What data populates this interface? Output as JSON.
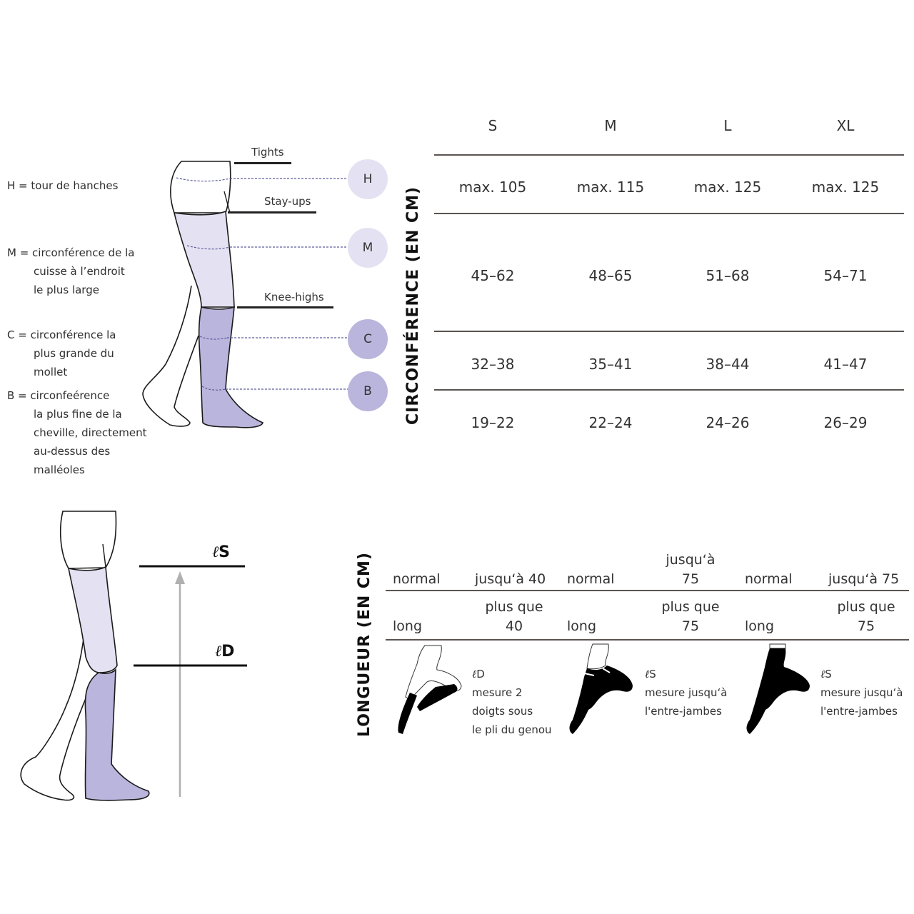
{
  "legend": {
    "H": [
      "H =  tour de hanches"
    ],
    "M": [
      "M =  circonférence de la",
      "cuisse à l’endroit",
      "le plus large"
    ],
    "C": [
      "C = circonférence la",
      "plus grande du",
      "mollet"
    ],
    "B": [
      "B = circonfeérence",
      "la plus fine de la",
      "cheville, directement",
      "au-dessus des",
      "malléoles"
    ]
  },
  "categories": {
    "tights": "Tights",
    "stay_ups": "Stay-ups",
    "knee_highs": "Knee-highs"
  },
  "markers": [
    "H",
    "M",
    "C",
    "B"
  ],
  "colors": {
    "light_lavender": "#e4e2f2",
    "lavender": "#b9b5dc",
    "outline": "#1a1a1a",
    "rule": "#5a5451",
    "arrow": "#b0b0b0"
  },
  "circumference_table": {
    "title": "CIRCONFÉRENCE (EN CM)",
    "sizes": [
      "S",
      "M",
      "L",
      "XL"
    ],
    "rows": [
      {
        "measure": "H",
        "values": [
          "max. 105",
          "max. 115",
          "max. 125",
          "max. 125"
        ]
      },
      {
        "measure": "M",
        "values": [
          "45–62",
          "48–65",
          "51–68",
          "54–71"
        ]
      },
      {
        "measure": "C",
        "values": [
          "32–38",
          "35–41",
          "38–44",
          "41–47"
        ]
      },
      {
        "measure": "B",
        "values": [
          "19–22",
          "22–24",
          "24–26",
          "26–29"
        ]
      }
    ]
  },
  "length_diagram": {
    "ls_label": "S",
    "ld_label": "D"
  },
  "length_table": {
    "title": "LONGUEUR (EN CM)",
    "groups": [
      {
        "normal": "normal",
        "normal_value": [
          "jusqu‘à 40"
        ],
        "long": "long",
        "long_value": [
          "plus que",
          "40"
        ],
        "symbol": "D",
        "description": [
          "mesure 2",
          "doigts sous",
          "le pli du genou"
        ]
      },
      {
        "normal": "normal",
        "normal_value": [
          "jusqu‘à",
          "75"
        ],
        "long": "long",
        "long_value": [
          "plus que",
          "75"
        ],
        "symbol": "S",
        "description": [
          "mesure jusqu‘à",
          "l'entre-jambes"
        ]
      },
      {
        "normal": "normal",
        "normal_value": [
          "jusqu‘à 75"
        ],
        "long": "long",
        "long_value": [
          "plus que",
          "75"
        ],
        "symbol": "S",
        "description": [
          "mesure jusqu‘à",
          "l'entre-jambes"
        ]
      }
    ]
  }
}
